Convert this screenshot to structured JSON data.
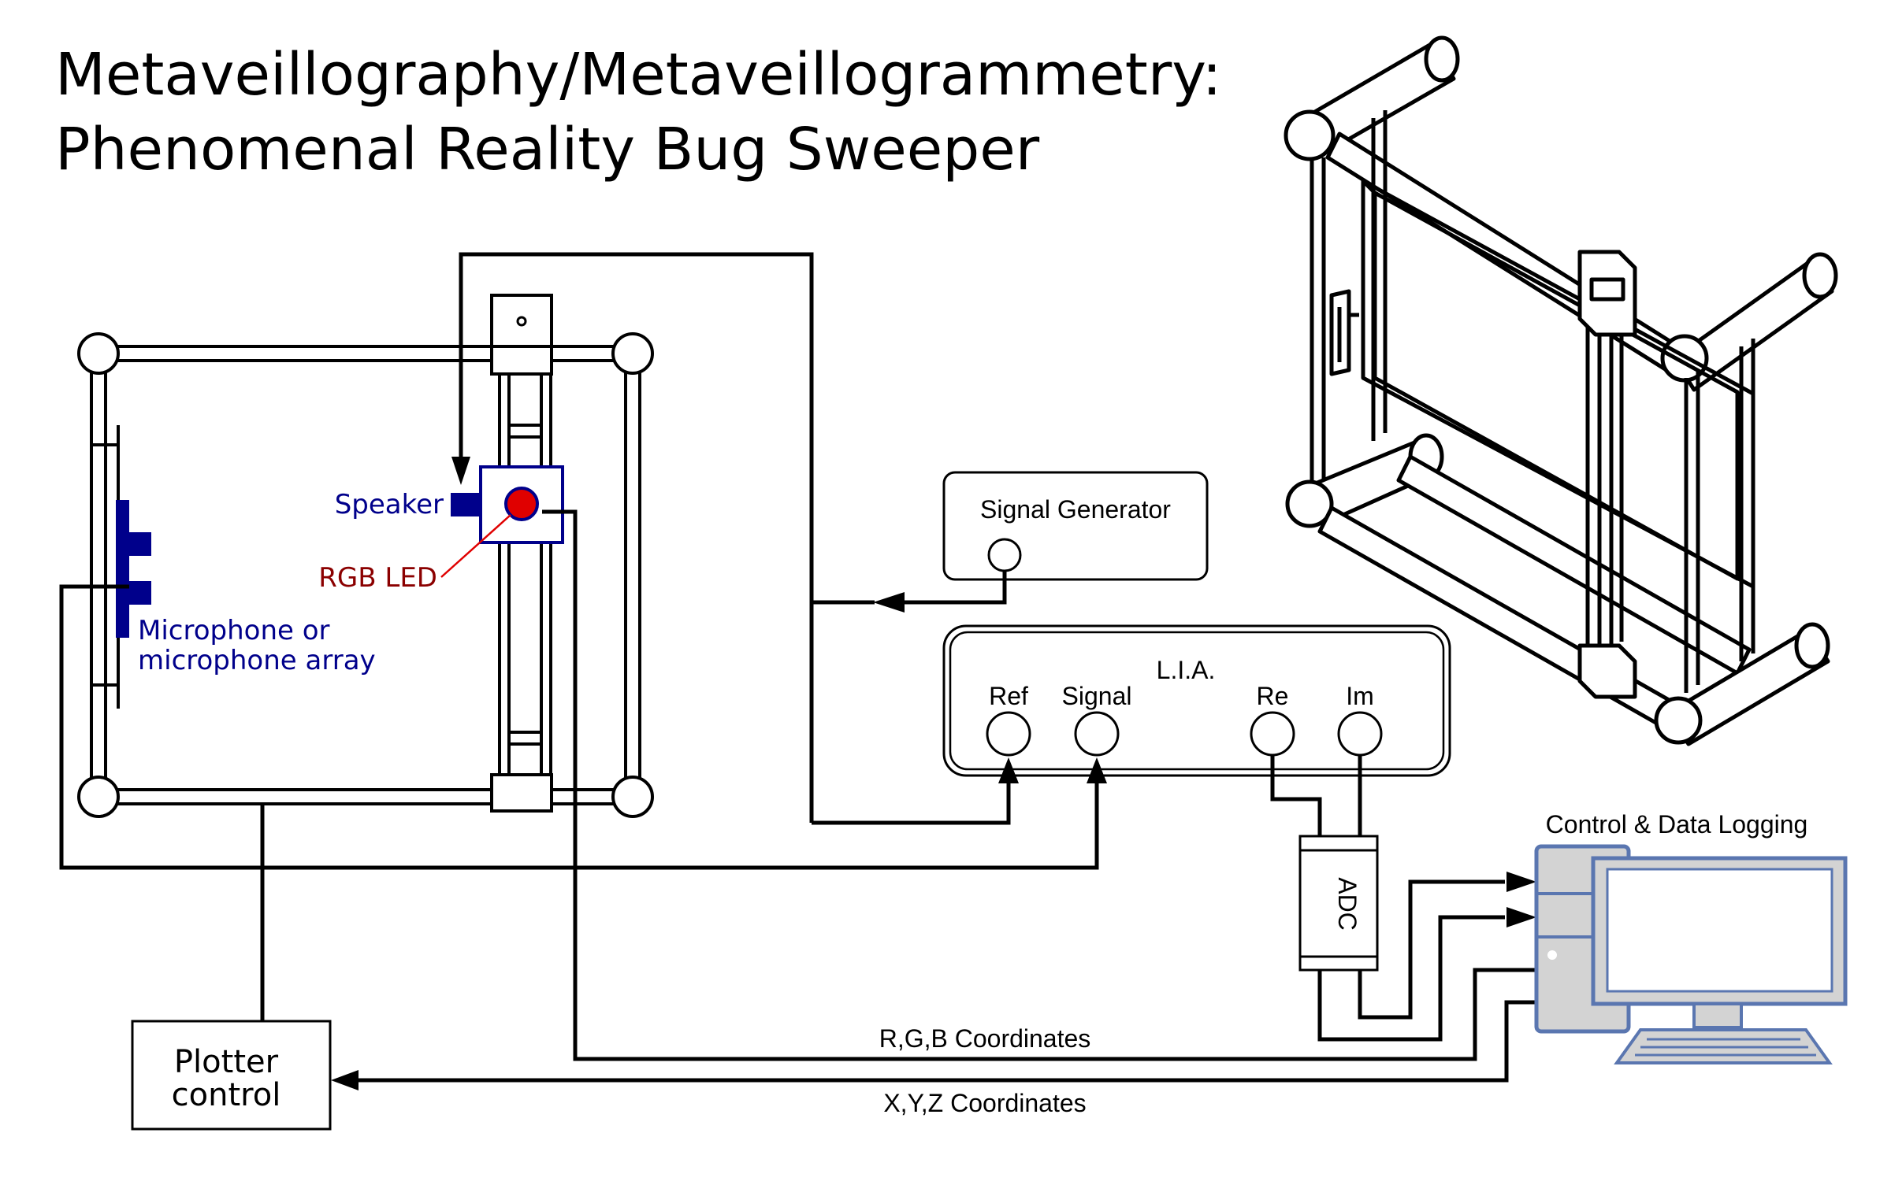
{
  "title": {
    "line1": "Metaveillography/Metaveillogrammetry:",
    "line2": "Phenomenal Reality Bug Sweeper"
  },
  "labels": {
    "speaker": "Speaker",
    "rgb_led": "RGB LED",
    "microphone_line1": "Microphone or",
    "microphone_line2": "microphone array",
    "signal_generator": "Signal Generator",
    "lia": "L.I.A.",
    "ref": "Ref",
    "signal": "Signal",
    "re": "Re",
    "im": "Im",
    "adc": "ADC",
    "control_logging": "Control & Data Logging",
    "plotter_line1": "Plotter",
    "plotter_line2": "control",
    "rgb_coordinates": "R,G,B Coordinates",
    "xyz_coordinates": "X,Y,Z Coordinates"
  },
  "colors": {
    "navy": "#00008b",
    "dark_red": "#8b0000",
    "led_fill": "#e00000",
    "computer_fill": "#d3d3d3",
    "computer_stroke": "#5a76b0"
  }
}
